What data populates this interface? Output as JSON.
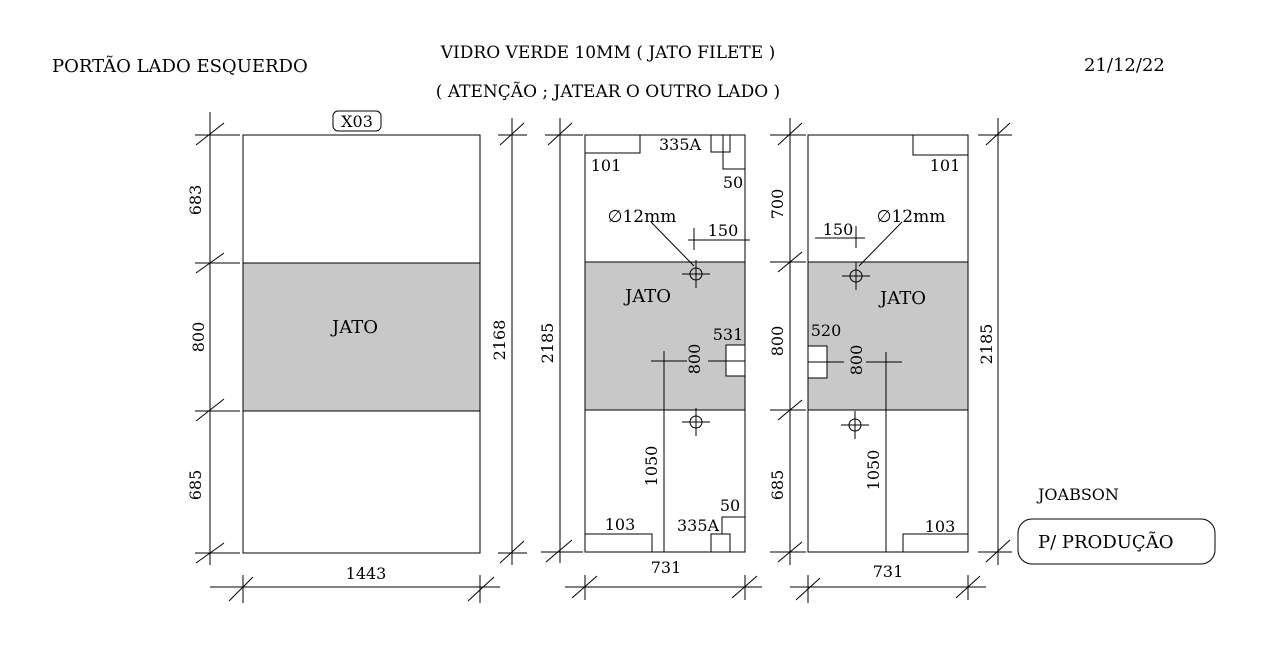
{
  "header": {
    "left": "PORTÃO LADO  ESQUERDO",
    "center_line1": "VIDRO VERDE 10MM ( JATO FILETE )",
    "center_line2": "( ATENÇÃO ; JATEAR O OUTRO LADO )",
    "date": "21/12/22"
  },
  "panel1": {
    "tag": "X03",
    "jato": "JATO",
    "dim_top": "683",
    "dim_mid": "800",
    "dim_bottom": "685",
    "dim_total": "2168",
    "dim_width": "1443"
  },
  "panel2": {
    "label_101": "101",
    "label_335a_top": "335A",
    "label_50_top": "50",
    "hole": "∅12mm",
    "label_150": "150",
    "jato": "JATO",
    "label_531": "531",
    "label_800": "800",
    "label_1050": "1050",
    "label_50_bottom": "50",
    "label_103": "103",
    "label_335a_bottom": "335A",
    "dim_total": "2185",
    "dim_width": "731"
  },
  "panel3": {
    "label_101": "101",
    "hole": "∅12mm",
    "label_150": "150",
    "jato": "JATO",
    "label_520": "520",
    "label_800": "800",
    "label_1050": "1050",
    "label_103": "103",
    "dim_top": "700",
    "dim_mid": "800",
    "dim_bottom": "685",
    "dim_total": "2185",
    "dim_width": "731"
  },
  "footer": {
    "author": "JOABSON",
    "stamp": "P/ PRODUÇÃO"
  }
}
